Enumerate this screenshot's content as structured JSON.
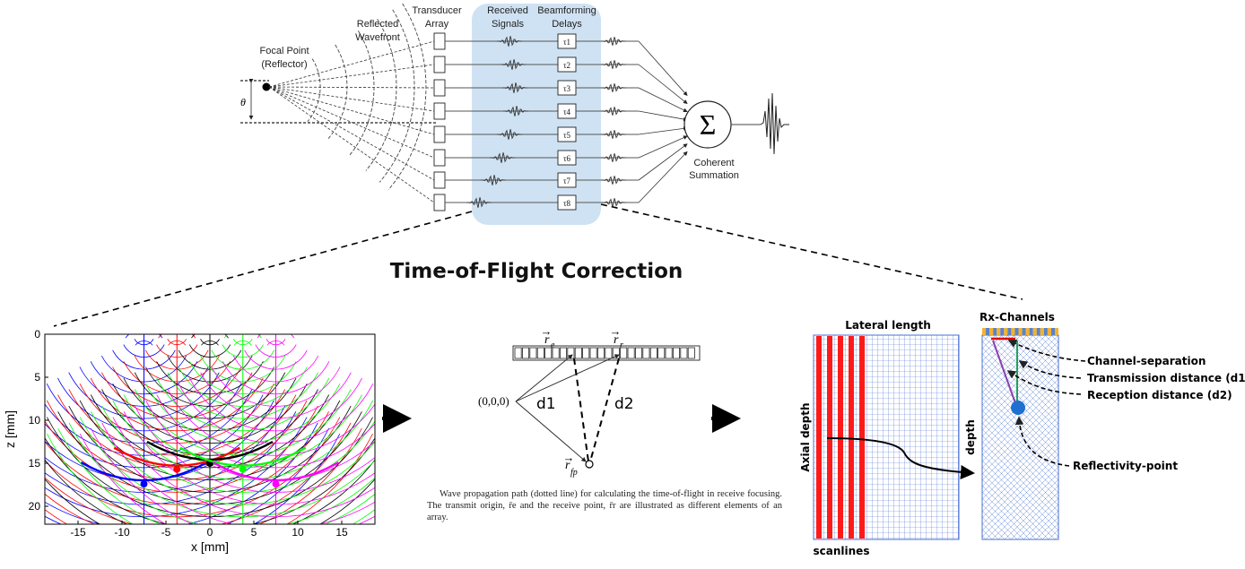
{
  "title": "Time-of-Flight Correction",
  "beamforming": {
    "focal_point": "Focal Point",
    "reflector": "(Reflector)",
    "angle": "θ",
    "reflected": "Reflected",
    "wavefront": "Wavefront",
    "transducer": "Transducer",
    "array": "Array",
    "received": "Received",
    "signals": "Signals",
    "beamforming_label": "Beamforming",
    "delays": "Delays",
    "delay_labels": [
      "τ1",
      "τ2",
      "τ3",
      "τ4",
      "τ5",
      "τ6",
      "τ7",
      "τ8"
    ],
    "sum_symbol": "Σ",
    "coherent": "Coherent",
    "summation": "Summation"
  },
  "wave_plot": {
    "xlabel": "x [mm]",
    "ylabel": "z [mm]",
    "x_ticks": [
      "-15",
      "-10",
      "-5",
      "0",
      "5",
      "10",
      "15"
    ],
    "y_ticks": [
      "0",
      "5",
      "10",
      "15",
      "20"
    ],
    "sources": [
      {
        "x": -7.5,
        "color": "#0000ff"
      },
      {
        "x": -3.75,
        "color": "#ff0000"
      },
      {
        "x": 0,
        "color": "#000000"
      },
      {
        "x": 3.75,
        "color": "#00ff00"
      },
      {
        "x": 7.5,
        "color": "#ff00ff"
      }
    ],
    "focus_points": [
      {
        "x": -7.5,
        "z": 17.4,
        "color": "#0000ff"
      },
      {
        "x": -3.75,
        "z": 15.7,
        "color": "#ff0000"
      },
      {
        "x": 0,
        "z": 15.0,
        "color": "#000000"
      },
      {
        "x": 3.75,
        "z": 15.7,
        "color": "#00ff00"
      },
      {
        "x": 7.5,
        "z": 17.4,
        "color": "#ff00ff"
      }
    ]
  },
  "geometry": {
    "re": "r",
    "re_sub": "e",
    "rr": "r",
    "rr_sub": "r",
    "origin": "(0,0,0)",
    "d1": "d1",
    "d2": "d2",
    "rfp": "r",
    "rfp_sub": "fp",
    "caption": "Wave propagation path (dotted line) for calculating the time-of-flight in receive focusing. The transmit origin, r̄e and the receive point, r̄r are illustrated as different elements of an array."
  },
  "grid": {
    "lateral_length": "Lateral length",
    "axial_depth": "Axial depth",
    "scanlines": "scanlines",
    "rx_channels": "Rx-Channels",
    "depth": "depth",
    "channel_separation": "Channel-separation",
    "transmission_distance": "Transmission distance (d1)",
    "reception_distance": "Reception distance (d2)",
    "reflectivity_point": "Reflectivity-point"
  },
  "colors": {
    "highlight": "#cfe2f3",
    "scanline_red": "#ff1a1a",
    "grid_blue": "#4a6fd6",
    "channel_orange": "#f2b233",
    "channel_blue": "#5b83c7",
    "reflect_point": "#1f6fd0"
  }
}
